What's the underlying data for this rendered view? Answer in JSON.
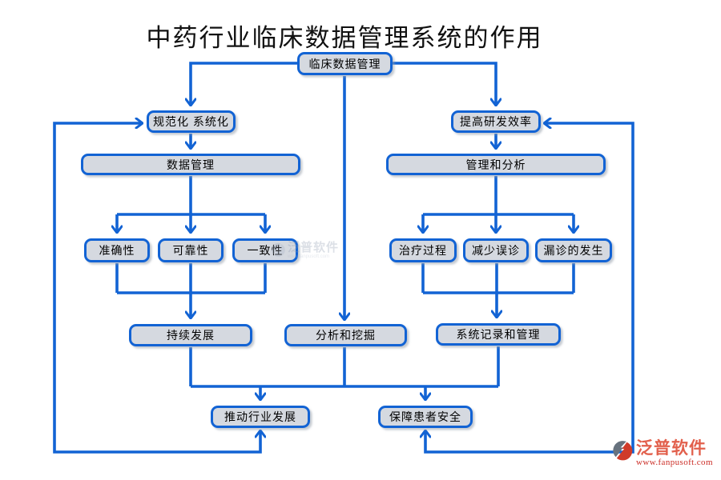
{
  "title": "中药行业临床数据管理系统的作用",
  "nodes": {
    "root": "临床数据管理",
    "standardize": "规范化 系统化",
    "efficiency": "提高研发效率",
    "data_mgmt": "数据管理",
    "mgmt_analysis": "管理和分析",
    "accuracy": "准确性",
    "reliability": "可靠性",
    "consistency": "一致性",
    "treatment": "治疗过程",
    "less_misdiag": "减少误诊",
    "missed_diag": "漏诊的发生",
    "sustain": "持续发展",
    "mining": "分析和挖掘",
    "sys_record": "系统记录和管理",
    "industry": "推动行业发展",
    "patient_safety": "保障患者安全"
  },
  "watermark": {
    "text": "泛普软件",
    "subtext": "www.fanpusoft.com"
  },
  "logo": {
    "text": "泛普软件",
    "url": "www.fanpusoft.com"
  },
  "colors": {
    "line_blue": "#1263d4",
    "box_fill": "#d5d9e0",
    "text": "#000000",
    "logo_text": "#e2604c",
    "logo_url": "#cc2d26"
  }
}
